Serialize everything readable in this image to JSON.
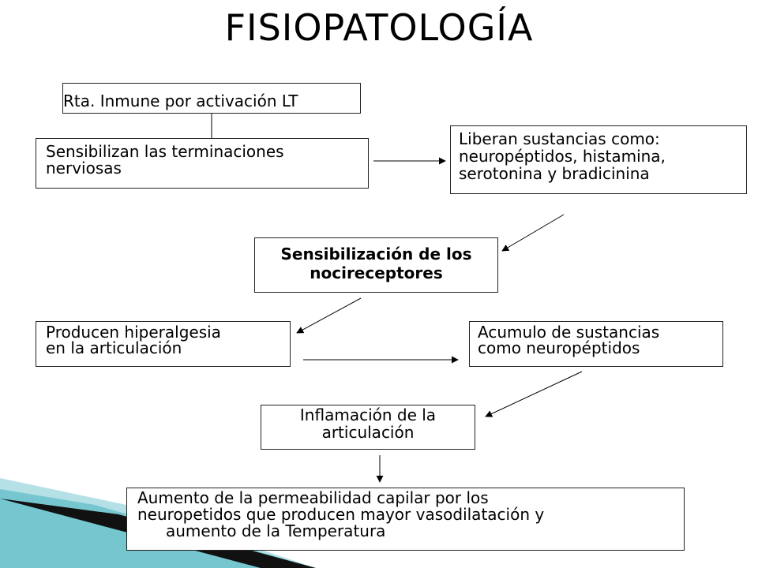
{
  "slide": {
    "title": "FISIOPATOLOGÍA",
    "colors": {
      "accent_teal": "#2aa6b5",
      "text": "#000000",
      "border": "#222222"
    }
  },
  "diagram": {
    "nodes": {
      "rta": "Rta. Inmune por activación LT",
      "sensibilizan": "Sensibilizan las terminaciones\nnerviosas",
      "liberan": "Liberan sustancias como:\nneuropéptidos, histamina,\nserotonina y bradicinina",
      "nocireceptores": "Sensibilización de los\nnocireceptores",
      "hiperalgesia": "Producen hiperalgesia\nen la articulación",
      "acumulo": "Acumulo de sustancias\ncomo neuropéptidos",
      "inflamacion": "Inflamación de la\narticulación",
      "aumento_l1": "Aumento de la permeabilidad capilar por los",
      "aumento_l2": "neuropetidos que producen mayor vasodilatación y",
      "aumento_l3": "aumento de la Temperatura"
    },
    "edges": [
      {
        "from": "rta",
        "to": "sensibilizan",
        "style": "line"
      },
      {
        "from": "sensibilizan",
        "to": "liberan",
        "style": "arrow"
      },
      {
        "from": "liberan",
        "to": "nocireceptores",
        "style": "arrow"
      },
      {
        "from": "nocireceptores",
        "to": "hiperalgesia",
        "style": "arrow"
      },
      {
        "from": "hiperalgesia",
        "to": "acumulo",
        "style": "arrow"
      },
      {
        "from": "acumulo",
        "to": "inflamacion",
        "style": "arrow"
      },
      {
        "from": "inflamacion",
        "to": "aumento",
        "style": "arrow"
      }
    ]
  }
}
